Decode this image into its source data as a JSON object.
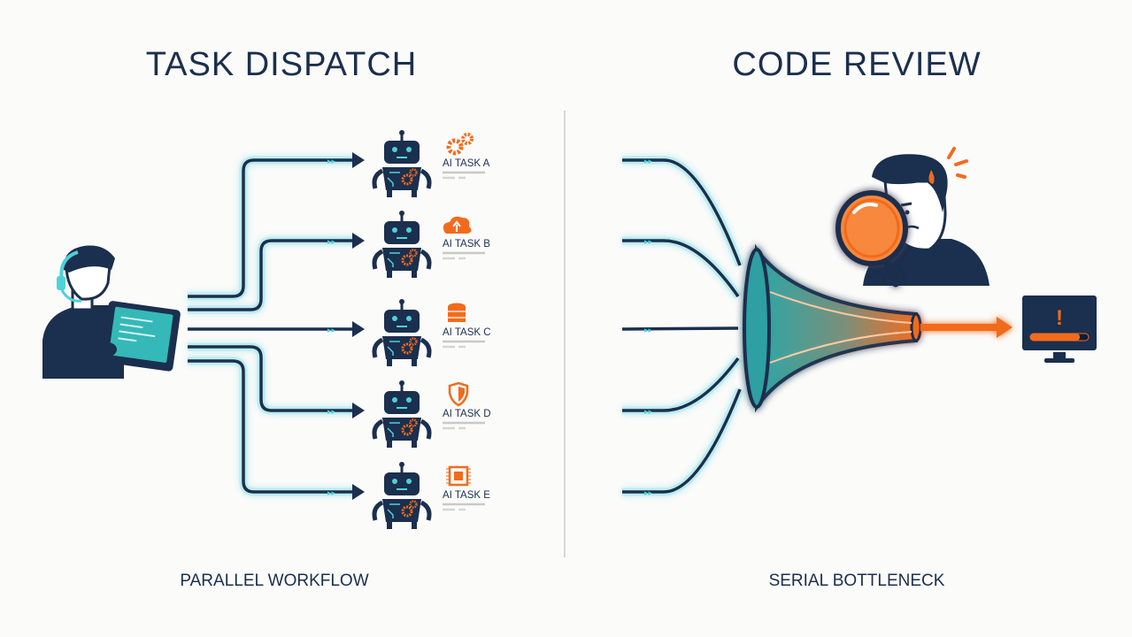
{
  "left": {
    "title": "TASK DISPATCH",
    "footer": "PARALLEL WORKFLOW",
    "tasks": [
      {
        "label": "AI TASK A",
        "icon": "gears-icon"
      },
      {
        "label": "AI TASK B",
        "icon": "cloud-upload-icon"
      },
      {
        "label": "AI TASK C",
        "icon": "database-icon"
      },
      {
        "label": "AI TASK D",
        "icon": "shield-icon"
      },
      {
        "label": "AI TASK E",
        "icon": "chip-icon"
      }
    ]
  },
  "right": {
    "title": "CODE REVIEW",
    "footer": "SERIAL BOTTLENECK",
    "monitor_alert": "!",
    "monitor_progress": 0.85
  },
  "colors": {
    "navy": "#1b2f4e",
    "teal": "#4fd1d9",
    "orange": "#f26b1d"
  }
}
